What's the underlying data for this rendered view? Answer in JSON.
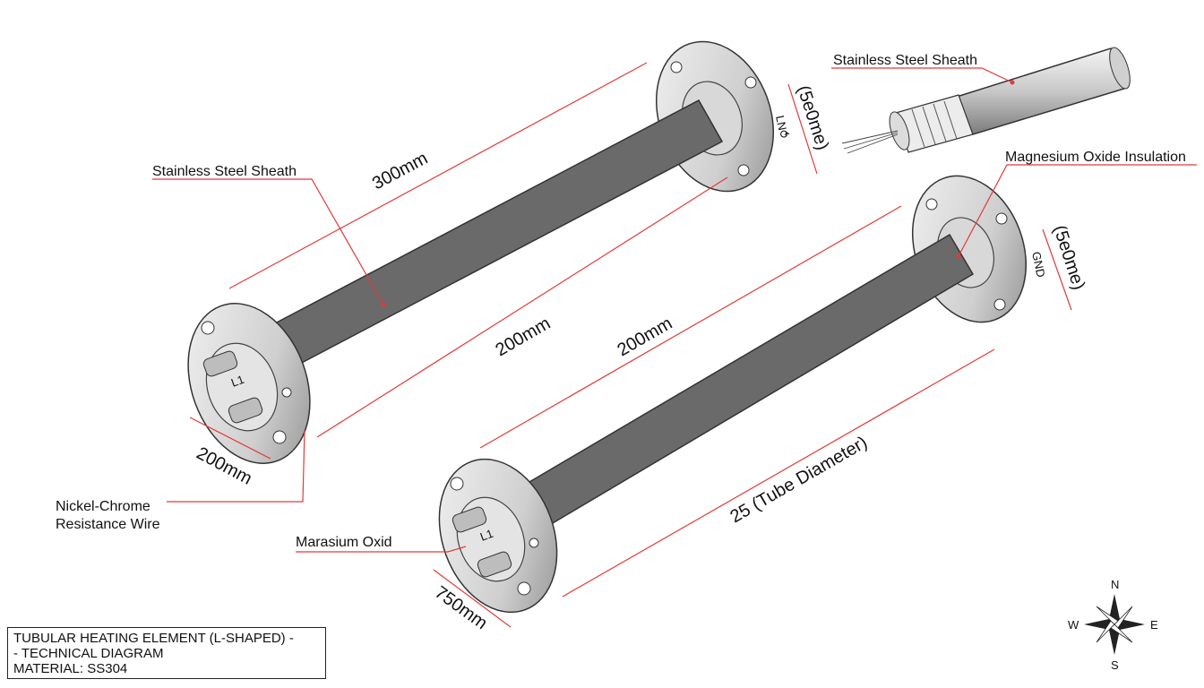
{
  "labels": {
    "sheath_main": "Stainless Steel Sheath",
    "sheath_detail": "Stainless Steel Sheath",
    "mgo_insulation": "Magnesium Oxide Insulation",
    "nichrome_line1": "Nickel-Chrome",
    "nichrome_line2": "Resistance Wire",
    "marasium": "Marasium Oxid"
  },
  "dimensions": {
    "top_length": "300mm",
    "top_body": "200mm",
    "top_flange": "200mm",
    "top_side": "(5e0me)",
    "bottom_length": "200mm",
    "bottom_diameter": "25 (Tube Diameter)",
    "bottom_flange": "750mm",
    "bottom_side": "(5e0me)"
  },
  "terminals": {
    "top_terminal": "L1",
    "top_side_mark": "LN⥀",
    "bottom_terminal": "L1",
    "bottom_side_mark": "GND"
  },
  "compass": {
    "n": "N",
    "s": "S",
    "e": "E",
    "w": "W"
  },
  "title_block": {
    "line1": "TUBULAR HEATING ELEMENT (L-SHAPED) -",
    "line2": "- TECHNICAL DIAGRAM",
    "line3": "MATERIAL: SS304"
  },
  "colors": {
    "dimension_line": "#e23a3a",
    "metal_light": "#f2f2f2",
    "metal_dark": "#8a8a8a",
    "outline": "#333333"
  }
}
